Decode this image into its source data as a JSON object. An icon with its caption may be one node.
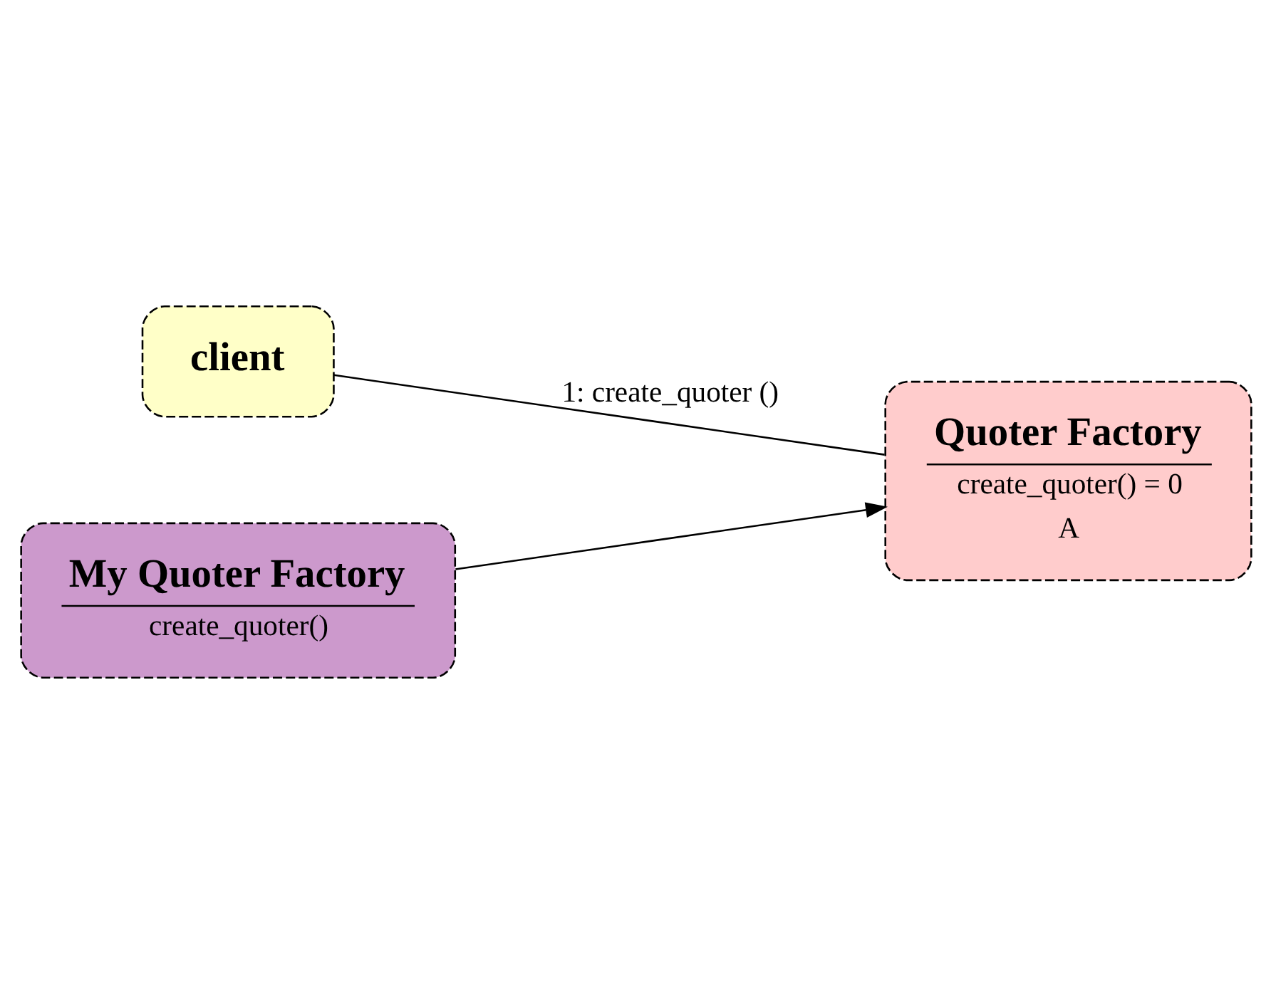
{
  "diagram": {
    "nodes": [
      {
        "text": [
          "client"
        ]
      },
      {
        "text": [
          "Quoter Factory",
          "create_quoter() = 0",
          "A"
        ]
      },
      {
        "text": [
          "My Quoter Factory",
          "create_quoter()"
        ]
      }
    ],
    "edges": [
      {
        "from": 0,
        "to": 1,
        "arrow": "none",
        "label": "1: create_quoter ()"
      },
      {
        "from": 2,
        "to": 1,
        "arrow": "to"
      }
    ]
  }
}
